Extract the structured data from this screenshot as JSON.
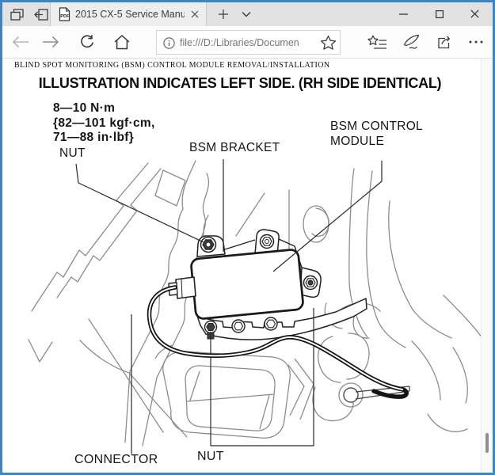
{
  "browser": {
    "tab": {
      "title": "2015 CX-5 Service Manu"
    },
    "address": {
      "url": "file:///D:/Libraries/Documen"
    },
    "icons": {
      "tabs_preview": "overlapping-squares",
      "set_tabs_aside": "square-arrow-left",
      "pdf": "PDF",
      "close_tab": "x",
      "new_tab": "+",
      "tab_chevron": "v",
      "minimize": "—",
      "maximize": "□",
      "close_window": "✕",
      "back": "←",
      "forward": "→",
      "refresh": "↻",
      "home": "⌂",
      "info": "ⓘ",
      "favorite_star": "☆",
      "hub": "star-list",
      "web_note": "pen",
      "share": "share-arrow",
      "more": "•••"
    }
  },
  "document": {
    "breadcrumb_header": "BLIND SPOT MONITORING (BSM) CONTROL MODULE REMOVAL/INSTALLATION",
    "title": "ILLUSTRATION INDICATES LEFT SIDE. (RH SIDE IDENTICAL)",
    "labels": {
      "torque_line1": "8—10 N·m",
      "torque_line2": "{82—101 kgf·cm,",
      "torque_line3": "71—88 in·lbf}",
      "nut_top": "NUT",
      "bracket": "BSM BRACKET",
      "module_line1": "BSM CONTROL",
      "module_line2": "MODULE",
      "connector": "CONNECTOR",
      "nut_bottom": "NUT"
    }
  },
  "colors": {
    "window_border": "#3f84c7",
    "titlebar_bg": "#e2e2e2",
    "tab_bg": "#eeeeee",
    "line_art_gray": "#8c8c8c",
    "line_art_black": "#1a1a1a"
  }
}
